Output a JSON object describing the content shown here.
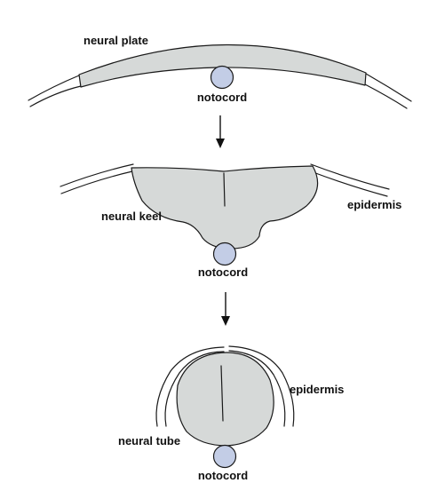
{
  "colors": {
    "tissue": "#d6d9d8",
    "notochord": "#c3cde6",
    "outline": "#1a1a1a"
  },
  "stage1": {
    "label_neural_plate": "neural plate",
    "label_notochord": "notocord"
  },
  "stage2": {
    "label_neural_keel": "neural keel",
    "label_epidermis": "epidermis",
    "label_notochord": "notocord"
  },
  "stage3": {
    "label_epidermis": "epidermis",
    "label_neural_tube": "neural tube",
    "label_notochord": "notocord"
  }
}
